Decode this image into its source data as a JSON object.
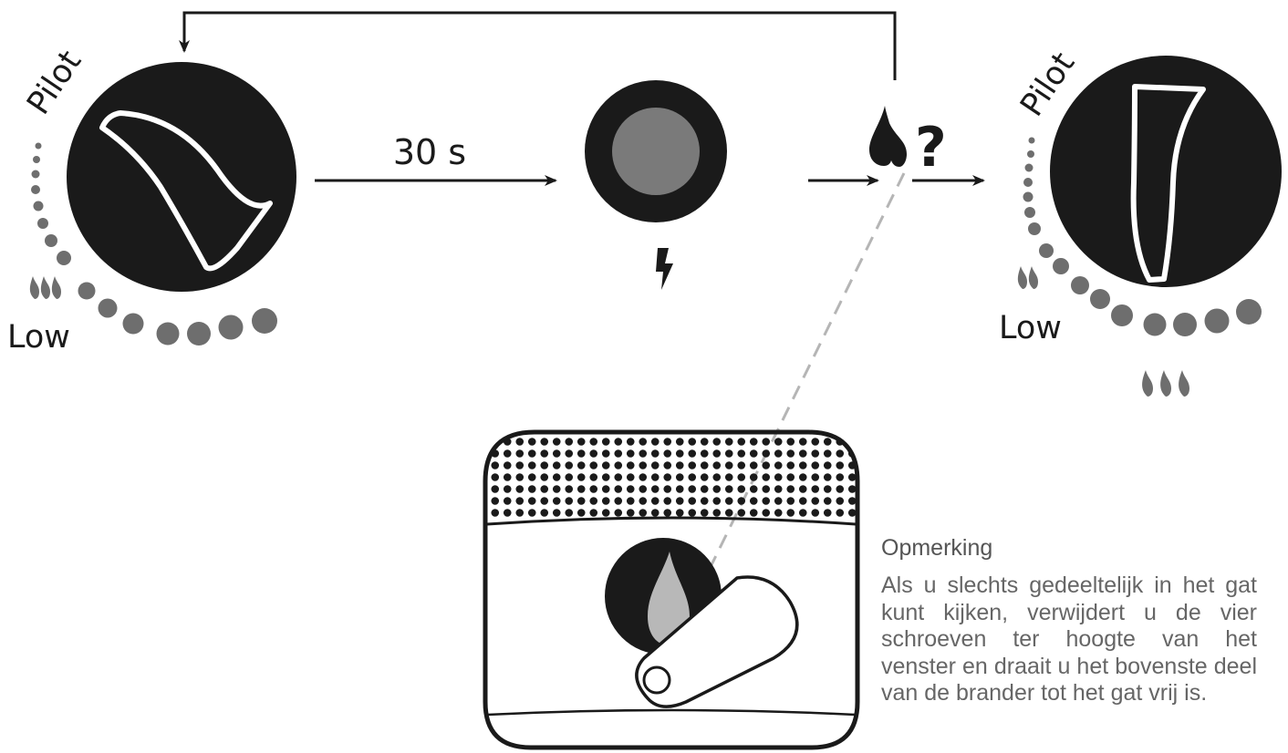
{
  "diagram": {
    "left_knob": {
      "label_pilot": "Pilot",
      "label_low": "Low"
    },
    "right_knob": {
      "label_pilot": "Pilot",
      "label_low": "Low"
    },
    "timer_label": "30 s",
    "flame_check_symbol": "?",
    "icons": [
      "flame-icon",
      "spark-icon",
      "small-flames-icon",
      "large-flames-icon"
    ],
    "colors": {
      "ink": "#1a1a1a",
      "dots": "#6e6e6e",
      "button_center": "#7a7a7a",
      "dashed_line": "#b5b5b5",
      "flame": "#b8b8b8"
    }
  },
  "note": {
    "title": "Opmerking",
    "body": "Als u slechts gedeeltelijk in het gat kunt kijken, verwijdert u de vier schroeven ter hoogte van het venster en draait u het bovenste deel van de brander tot het gat vrij is."
  }
}
